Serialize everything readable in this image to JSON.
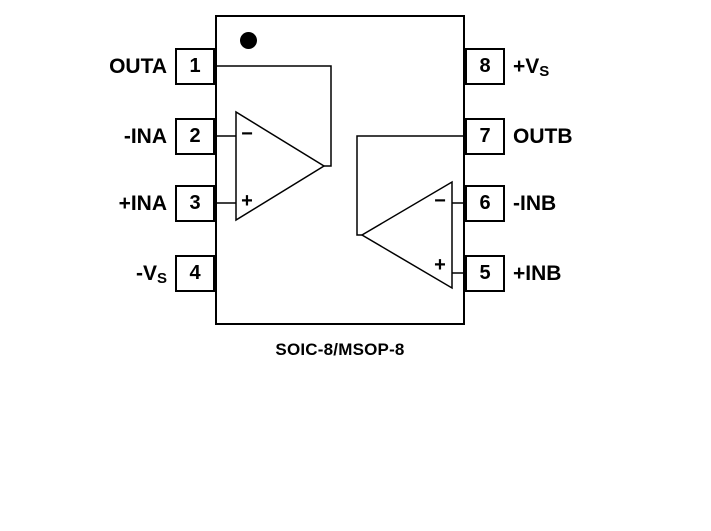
{
  "caption": "SOIC-8/MSOP-8",
  "pins": {
    "left": [
      {
        "number": "1",
        "label": "OUTA",
        "sub": ""
      },
      {
        "number": "2",
        "label": "-INA",
        "sub": ""
      },
      {
        "number": "3",
        "label": "+INA",
        "sub": ""
      },
      {
        "number": "4",
        "label": "-V",
        "sub": "S"
      }
    ],
    "right": [
      {
        "number": "8",
        "label": "+V",
        "sub": "S"
      },
      {
        "number": "7",
        "label": "OUTB",
        "sub": ""
      },
      {
        "number": "6",
        "label": "-INB",
        "sub": ""
      },
      {
        "number": "5",
        "label": "+INB",
        "sub": ""
      }
    ]
  },
  "opamps": {
    "a": {
      "inverting": "−",
      "noninverting": "+"
    },
    "b": {
      "inverting": "−",
      "noninverting": "+"
    }
  }
}
